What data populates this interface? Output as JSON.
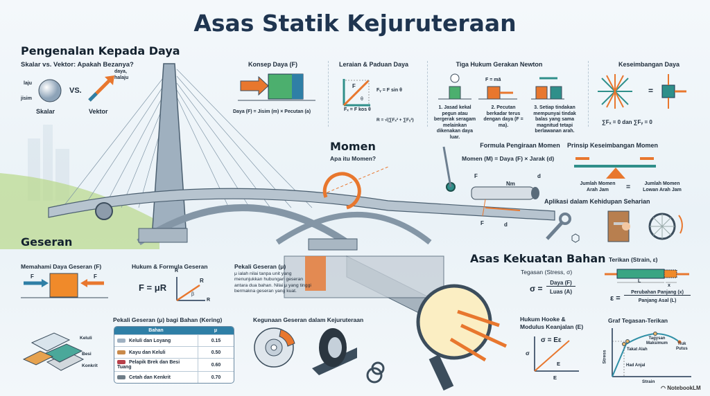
{
  "title": "Asas Statik Kejuruteraan",
  "intro": {
    "heading": "Pengenalan Kepada Daya",
    "subtitle": "Skalar vs. Vektor: Apakah Bezanya?",
    "scalar_top": "laju",
    "scalar_bottom": "jisim",
    "vs": "VS.",
    "vector_note_1": "daya,",
    "vector_note_2": "halaju",
    "scalar_label": "Skalar",
    "vector_label": "Vektor"
  },
  "concept": {
    "heading": "Konsep Daya (F)",
    "formula": "Daya (F) = Jisim (m) × Pecutan (a)"
  },
  "resolution": {
    "heading": "Leraian & Paduan Daya",
    "f": "F",
    "theta": "θ",
    "fy": "Fᵧ = F sin θ",
    "fx": "Fₓ = F kos θ",
    "r": "R = √(∑Fₓ² + ∑Fᵧ²)"
  },
  "newton": {
    "heading": "Tiga Hukum Gerakan Newton",
    "formula": "F = mā",
    "laws": [
      "1. Jasad kekal pegun atau bergerak seragam melainkan dikenakan daya luar.",
      "2. Pecutan berkadar terus dengan daya (F = ma).",
      "3. Setiap tindakan mempunyai tindak balas yang sama magnitud tetapi berlawanan arah."
    ]
  },
  "equilibrium": {
    "heading": "Keseimbangan Daya",
    "equals": "=",
    "formula": "∑Fₓ = 0 dan ∑Fᵧ = 0"
  },
  "moment": {
    "heading": "Momen",
    "question": "Apa itu Momen?",
    "f": "F",
    "d": "d",
    "formula_heading": "Formula Pengiraan Momen",
    "formula": "Momen (M) = Daya (F) × Jarak (d)",
    "lbl_f": "F",
    "lbl_nm": "Nm",
    "lbl_d": "d",
    "principle_heading": "Prinsip Keseimbangan Momen",
    "cw": "Jumlah Momen Arah Jam",
    "eq": "=",
    "ccw": "Jumlah Momen Lowan Arah Jam",
    "apps_heading": "Aplikasi dalam Kehidupan Seharian"
  },
  "friction": {
    "heading": "Geseran",
    "understand": "Memahami Daya Geseran (F)",
    "f": "F",
    "law_heading": "Hukum & Formula Geseran",
    "law_formula": "F = μR",
    "r": "R",
    "beta": "β",
    "coef_heading": "Pekali Geseran (μ)",
    "coef_text": "μ ialah nilai tanpa unit yang menunjukkan hubungan geseran antara dua bahan. Nilai μ yang tinggi bermakna geseran yang kuat.",
    "layers": [
      "Keluli",
      "Besi",
      "Konkrit"
    ],
    "table_heading": "Pekali Geseran (μ) bagi Bahan (Kering)",
    "table": {
      "headers": [
        "Bahan",
        "μ"
      ],
      "rows": [
        {
          "material": "Keluli dan Loyang",
          "mu": "0.15",
          "color": "#9fb1c2"
        },
        {
          "material": "Kayu dan Keluli",
          "mu": "0.50",
          "color": "#c98a4a"
        },
        {
          "material": "Pelapik Brek dan Besi Tuang",
          "mu": "0.60",
          "color": "#b8404a"
        },
        {
          "material": "Cetah dan Kenkrit",
          "mu": "0.70",
          "color": "#6f7d88"
        }
      ]
    },
    "uses_heading": "Kegunaan Geseran dalam Kejuruteraan"
  },
  "materials": {
    "heading": "Asas Kekuatan Bahan",
    "stress_heading": "Tegasan (Stress, σ)",
    "stress_lhs": "σ =",
    "stress_num": "Daya (F)",
    "stress_den": "Luas (A)",
    "strain_heading": "Terikan (Strain, ε)",
    "L": "L",
    "x": "x",
    "strain_lhs": "ε =",
    "strain_num": "Perubahan Panjang (x)",
    "strain_den": "Panjang Asal (L)",
    "hooke_heading_1": "Hukum Hooke &",
    "hooke_heading_2": "Modulus Keanjalan (E)",
    "hooke_formula": "σ = Eε",
    "sigma": "σ",
    "E1": "E",
    "E2": "E",
    "graph_heading": "Graf Tegasan-Terikan",
    "y_axis": "Stress",
    "x_axis": "Strain",
    "yield": "Takat Alah",
    "uts_1": "Tagysan",
    "uts_2": "Maksimum",
    "break_1": "Tiuk",
    "break_2": "Putus",
    "elastic": "Had Anjal"
  },
  "watermark": "NotebookLM",
  "colors": {
    "orange": "#e8772e",
    "teal": "#2f8f8a",
    "green": "#4caf6e",
    "navy": "#1f3550",
    "steel": "#8d9cab"
  }
}
